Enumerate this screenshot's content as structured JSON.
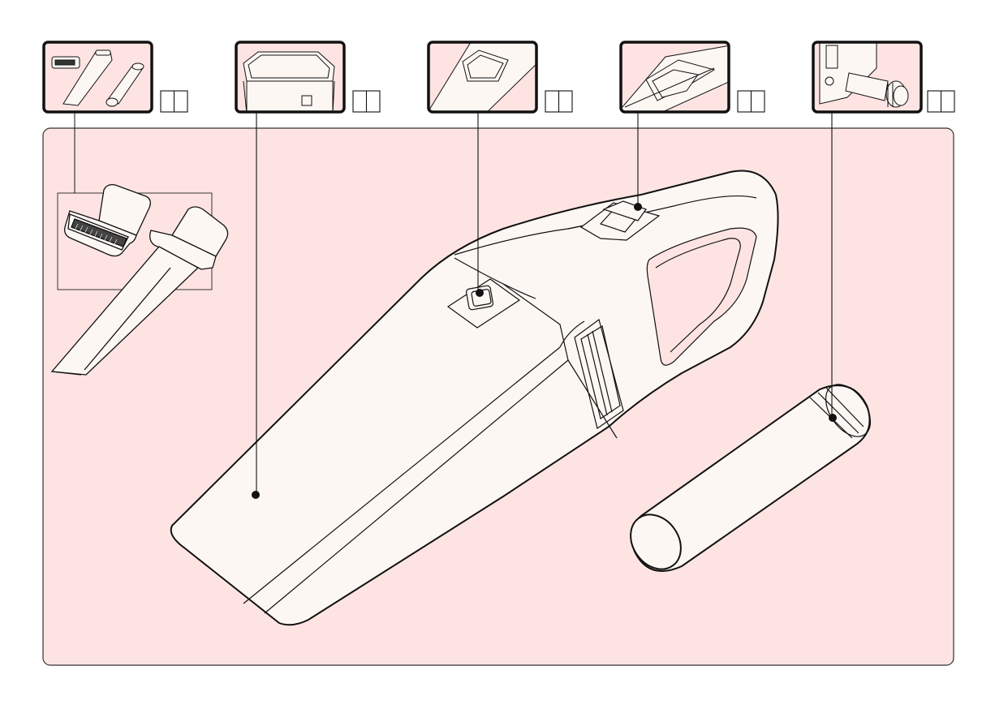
{
  "colors": {
    "panel_fill": "#fde4e2",
    "part_fill": "#fdf7f3",
    "stroke": "#111111",
    "thumb_fill": "#fde4e2"
  },
  "thumbnails": [
    {
      "name": "accessory-tools",
      "icon": "manual-book-icon"
    },
    {
      "name": "dust-container",
      "icon": "manual-book-icon"
    },
    {
      "name": "release-button",
      "icon": "manual-book-icon"
    },
    {
      "name": "power-switch",
      "icon": "manual-book-icon"
    },
    {
      "name": "charging-adapter",
      "icon": "manual-book-icon"
    }
  ],
  "main_illustration": {
    "device": "handheld-vacuum",
    "parts": [
      "crevice-nozzle",
      "brush-nozzle",
      "cylinder-filter"
    ]
  }
}
